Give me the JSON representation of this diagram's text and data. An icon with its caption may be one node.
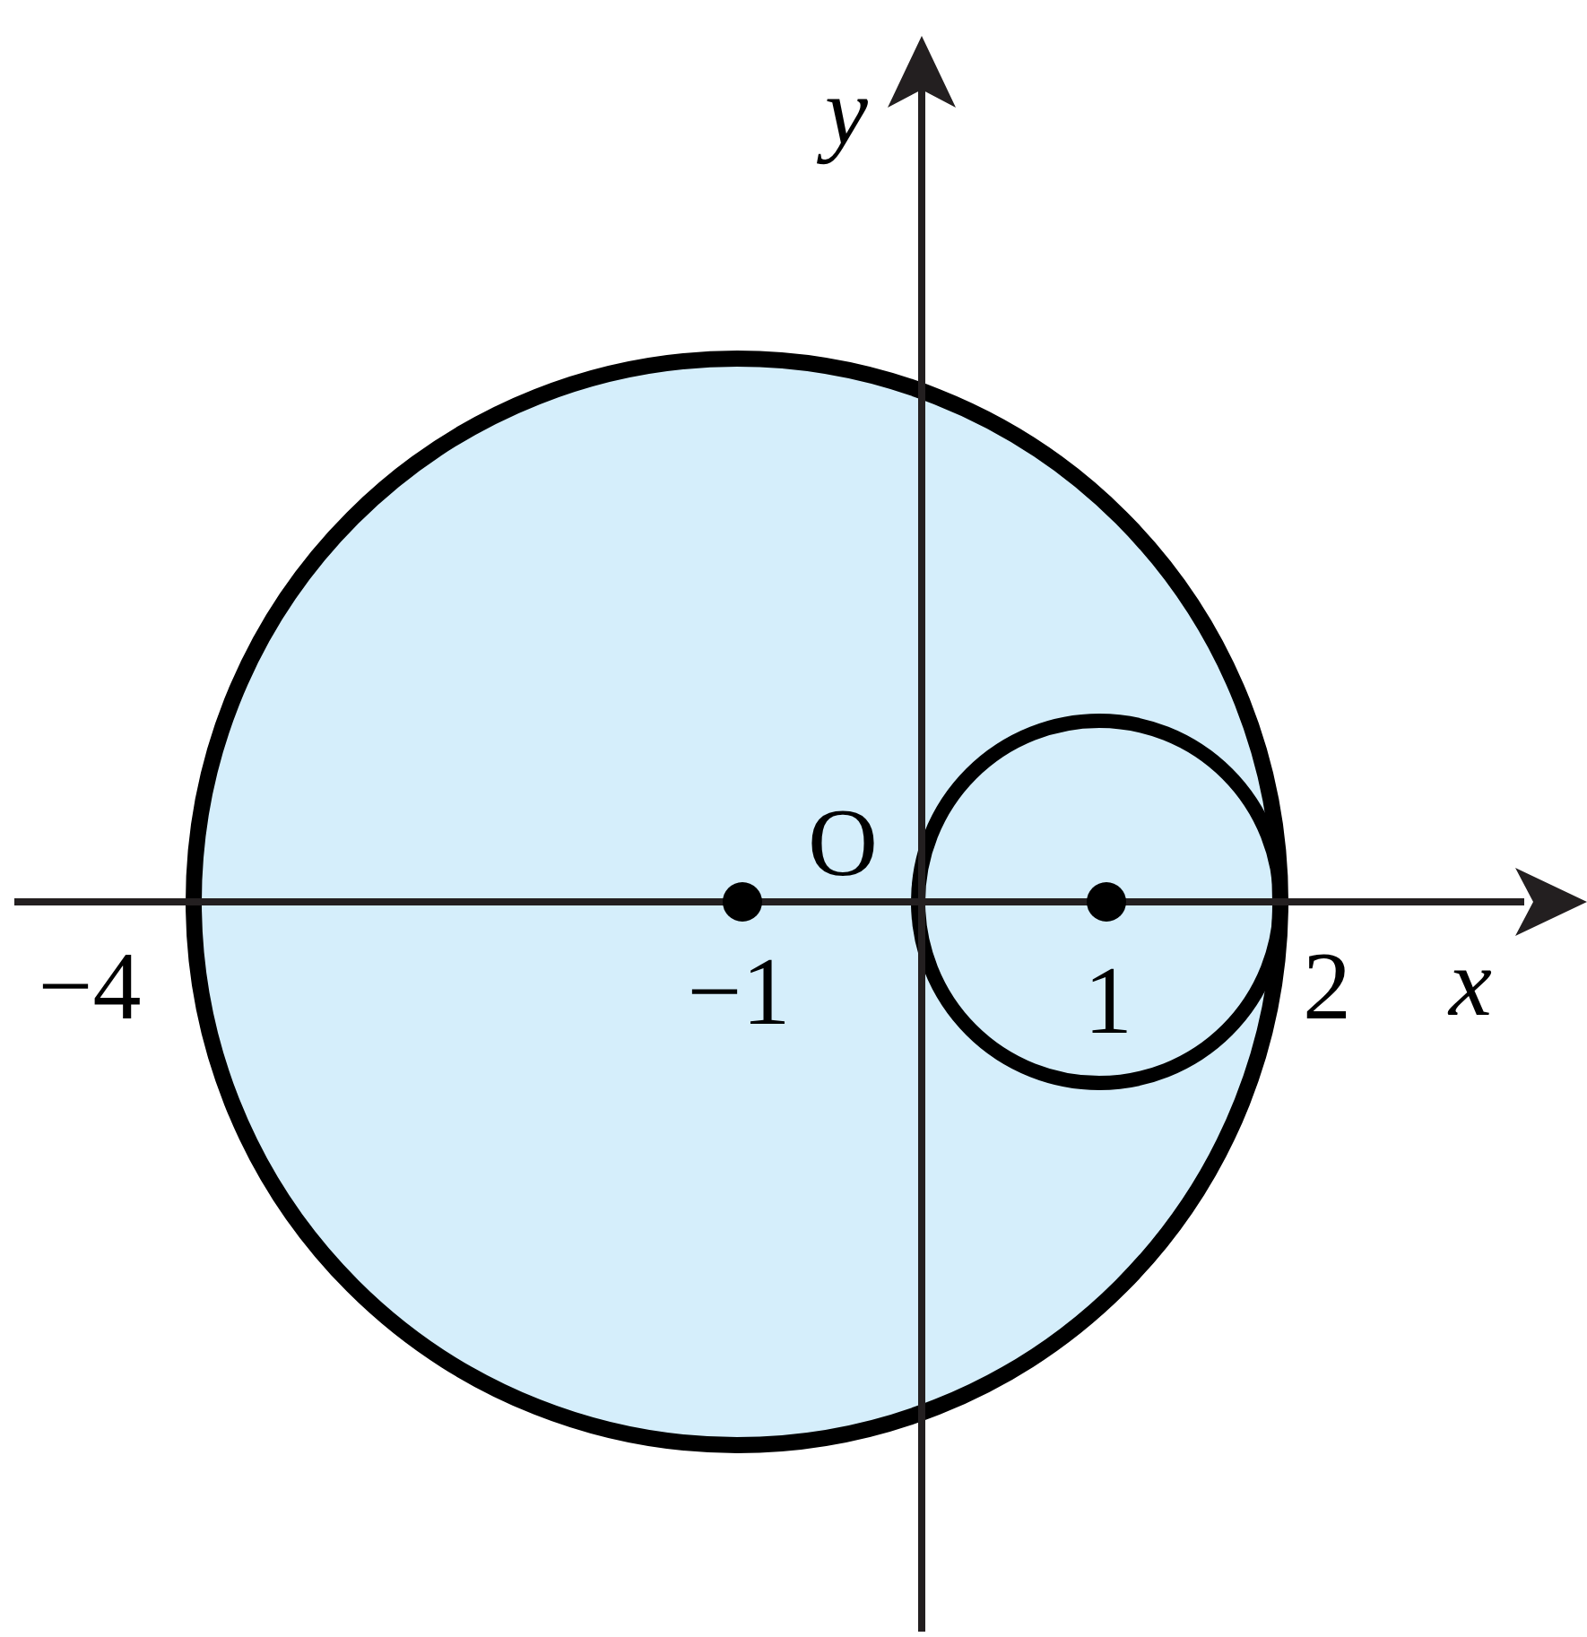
{
  "diagram": {
    "labels": [
      "y",
      "O",
      "−4",
      "−1",
      "1",
      "2",
      "x"
    ]
  }
}
